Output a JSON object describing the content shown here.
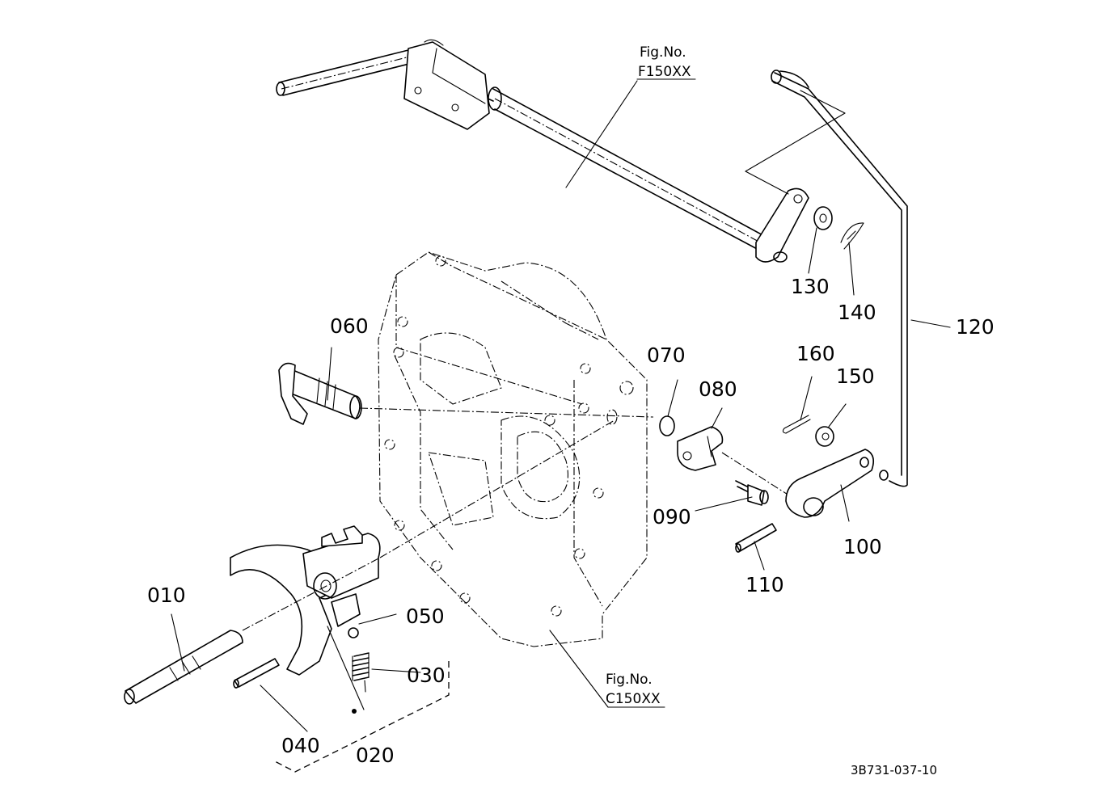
{
  "callouts": {
    "p010": "010",
    "p020": "020",
    "p030": "030",
    "p040": "040",
    "p050": "050",
    "p060": "060",
    "p070": "070",
    "p080": "080",
    "p090": "090",
    "p100": "100",
    "p110": "110",
    "p120": "120",
    "p130": "130",
    "p140": "140",
    "p150": "150",
    "p160": "160"
  },
  "figure_refs": {
    "top": {
      "label": "Fig.No.",
      "number": "F150XX"
    },
    "bottom": {
      "label": "Fig.No.",
      "number": "C150XX"
    }
  },
  "drawing_code": "3B731-037-10"
}
